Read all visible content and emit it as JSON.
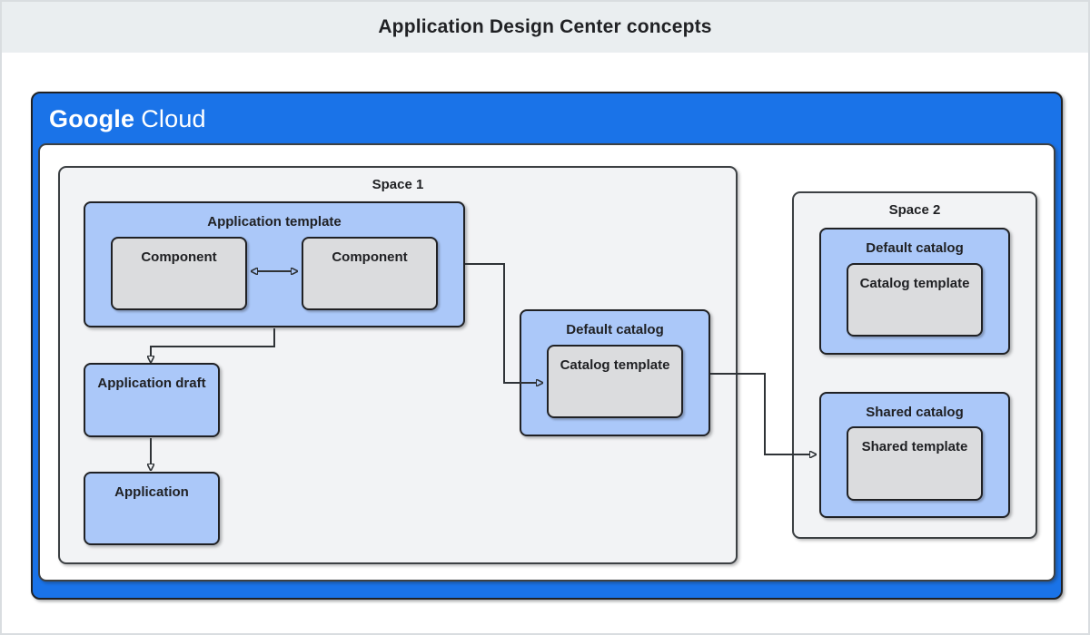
{
  "header": {
    "title": "Application Design Center concepts"
  },
  "brand": {
    "google": "Google",
    "cloud": "Cloud"
  },
  "diagram": {
    "space1": {
      "label": "Space 1",
      "application_template": {
        "label": "Application template",
        "component_left": "Component",
        "component_right": "Component"
      },
      "application_draft": "Application draft",
      "application": "Application",
      "default_catalog": {
        "label": "Default catalog",
        "catalog_template": "Catalog template"
      }
    },
    "space2": {
      "label": "Space 2",
      "default_catalog": {
        "label": "Default catalog",
        "catalog_template": "Catalog template"
      },
      "shared_catalog": {
        "label": "Shared catalog",
        "shared_template": "Shared template"
      }
    },
    "connectors": [
      {
        "from": "component-left",
        "to": "component-right",
        "type": "bidirectional-arrow"
      },
      {
        "from": "application-template",
        "to": "application-draft",
        "type": "arrow"
      },
      {
        "from": "application-draft",
        "to": "application",
        "type": "arrow"
      },
      {
        "from": "application-template",
        "to": "space1-catalog-template",
        "type": "arrow"
      },
      {
        "from": "space1-default-catalog",
        "to": "space2-shared-catalog",
        "type": "arrow"
      }
    ]
  },
  "colors": {
    "frame_blue": "#1a73e8",
    "light_blue": "#abc8f9",
    "box_gray": "#dbdcde",
    "space_gray": "#f2f3f5",
    "border_dark": "#202124",
    "titlebar_bg": "#eaeef0",
    "connector": "#2f3337"
  }
}
